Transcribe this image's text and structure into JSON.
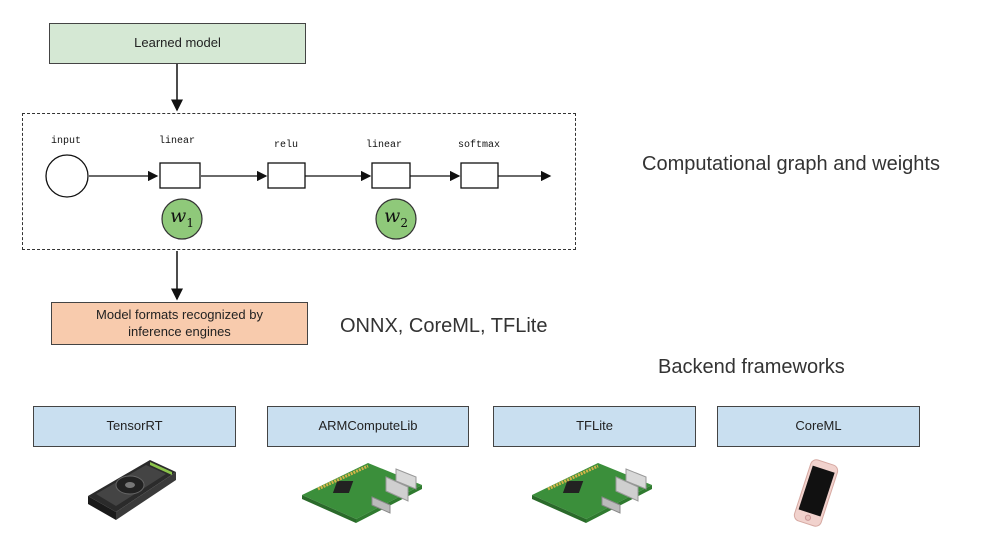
{
  "top": {
    "learned_model": "Learned model"
  },
  "graph": {
    "nodes": [
      "input",
      "linear",
      "relu",
      "linear",
      "softmax"
    ],
    "weights": [
      {
        "base": "w",
        "sub": "1"
      },
      {
        "base": "w",
        "sub": "2"
      }
    ],
    "caption": "Computational graph and weights"
  },
  "formats": {
    "box_label": "Model formats recognized by inference engines",
    "examples": "ONNX, CoreML, TFLite"
  },
  "backends": {
    "title": "Backend frameworks",
    "items": [
      {
        "label": "TensorRT",
        "device": "gpu-card"
      },
      {
        "label": "ARMComputeLib",
        "device": "raspberry-pi-board"
      },
      {
        "label": "TFLite",
        "device": "raspberry-pi-board"
      },
      {
        "label": "CoreML",
        "device": "smartphone"
      }
    ]
  },
  "colors": {
    "model_box": "#d5e8d4",
    "format_box": "#f8cbad",
    "backend_box": "#c9dff0",
    "weight_node": "#8fc97a"
  }
}
